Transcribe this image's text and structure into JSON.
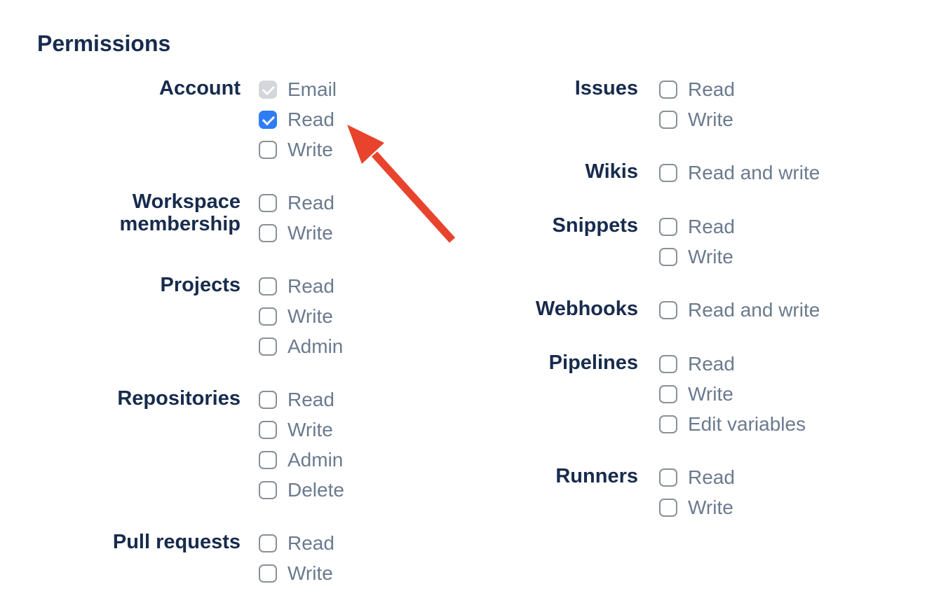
{
  "title": "Permissions",
  "colors": {
    "heading_text": "#172b4d",
    "option_text": "#6b7a8e",
    "checkbox_checked_blue": "#2e7cf6",
    "checkbox_disabled_gray": "#d4d6da",
    "checkbox_border_gray": "#8a9096",
    "arrow_red": "#e8432c"
  },
  "annotation": {
    "arrow_points_at": "Account Read checkbox",
    "arrow_color": "#e8432c"
  },
  "permissions": {
    "columns": {
      "left": [
        {
          "label": "Account",
          "options": [
            {
              "label": "Email",
              "state": "checked-disabled"
            },
            {
              "label": "Read",
              "state": "checked"
            },
            {
              "label": "Write",
              "state": "unchecked"
            }
          ]
        },
        {
          "label": "Workspace membership",
          "options": [
            {
              "label": "Read",
              "state": "unchecked"
            },
            {
              "label": "Write",
              "state": "unchecked"
            }
          ]
        },
        {
          "label": "Projects",
          "options": [
            {
              "label": "Read",
              "state": "unchecked"
            },
            {
              "label": "Write",
              "state": "unchecked"
            },
            {
              "label": "Admin",
              "state": "unchecked"
            }
          ]
        },
        {
          "label": "Repositories",
          "options": [
            {
              "label": "Read",
              "state": "unchecked"
            },
            {
              "label": "Write",
              "state": "unchecked"
            },
            {
              "label": "Admin",
              "state": "unchecked"
            },
            {
              "label": "Delete",
              "state": "unchecked"
            }
          ]
        },
        {
          "label": "Pull requests",
          "options": [
            {
              "label": "Read",
              "state": "unchecked"
            },
            {
              "label": "Write",
              "state": "unchecked"
            }
          ]
        }
      ],
      "right": [
        {
          "label": "Issues",
          "options": [
            {
              "label": "Read",
              "state": "unchecked"
            },
            {
              "label": "Write",
              "state": "unchecked"
            }
          ]
        },
        {
          "label": "Wikis",
          "options": [
            {
              "label": "Read and write",
              "state": "unchecked"
            }
          ]
        },
        {
          "label": "Snippets",
          "options": [
            {
              "label": "Read",
              "state": "unchecked"
            },
            {
              "label": "Write",
              "state": "unchecked"
            }
          ]
        },
        {
          "label": "Webhooks",
          "options": [
            {
              "label": "Read and write",
              "state": "unchecked"
            }
          ]
        },
        {
          "label": "Pipelines",
          "options": [
            {
              "label": "Read",
              "state": "unchecked"
            },
            {
              "label": "Write",
              "state": "unchecked"
            },
            {
              "label": "Edit variables",
              "state": "unchecked"
            }
          ]
        },
        {
          "label": "Runners",
          "options": [
            {
              "label": "Read",
              "state": "unchecked"
            },
            {
              "label": "Write",
              "state": "unchecked"
            }
          ]
        }
      ]
    }
  }
}
